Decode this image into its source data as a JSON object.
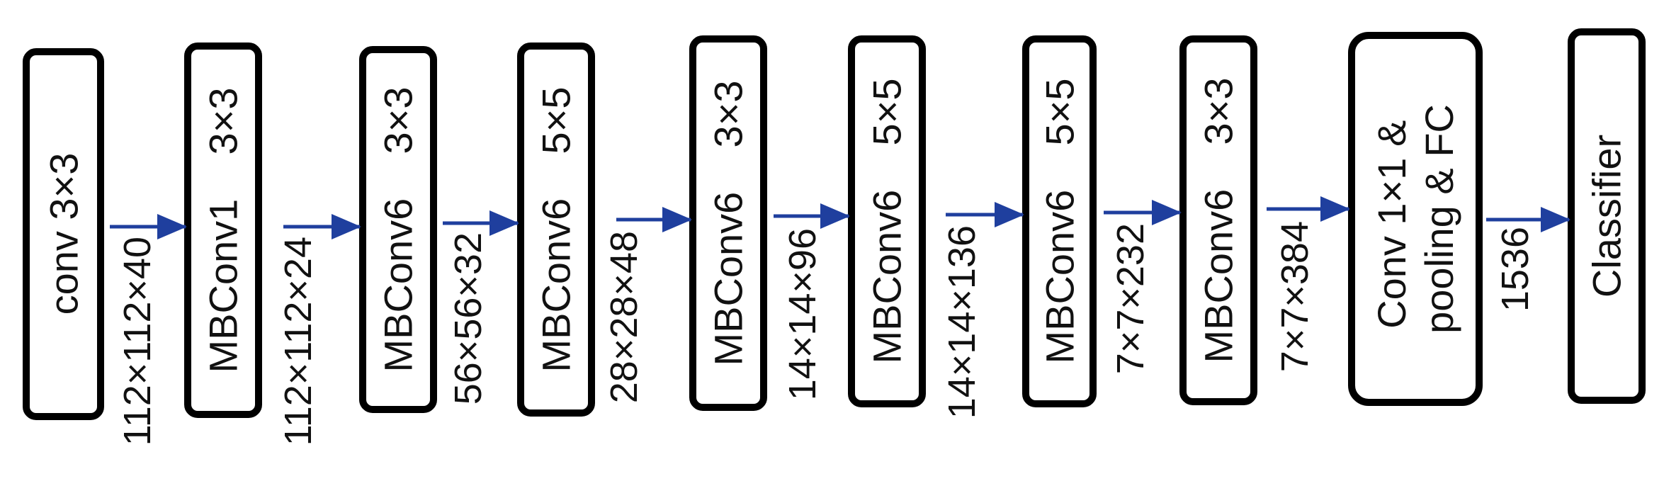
{
  "colors": {
    "arrow": "#1f3f9e",
    "box_stroke": "#000000",
    "text": "#111111"
  },
  "blocks": [
    {
      "lines": [
        "conv 3×3"
      ]
    },
    {
      "lines": [
        "MBConv1    3×3"
      ]
    },
    {
      "lines": [
        "MBConv6    3×3"
      ]
    },
    {
      "lines": [
        "MBConv6    5×5"
      ]
    },
    {
      "lines": [
        "MBConv6    3×3"
      ]
    },
    {
      "lines": [
        "MBConv6    5×5"
      ]
    },
    {
      "lines": [
        "MBConv6    5×5"
      ]
    },
    {
      "lines": [
        "MBConv6    3×3"
      ]
    },
    {
      "lines": [
        "Conv 1×1 &",
        "pooling & FC"
      ]
    },
    {
      "lines": [
        "Classifier"
      ]
    }
  ],
  "connections": [
    {
      "dims": "112×112×40"
    },
    {
      "dims": "112×112×24"
    },
    {
      "dims": "56×56×32"
    },
    {
      "dims": "28×28×48"
    },
    {
      "dims": "14×14×96"
    },
    {
      "dims": "14×14×136"
    },
    {
      "dims": "7×7×232"
    },
    {
      "dims": "7×7×384"
    },
    {
      "dims": "1536"
    }
  ]
}
